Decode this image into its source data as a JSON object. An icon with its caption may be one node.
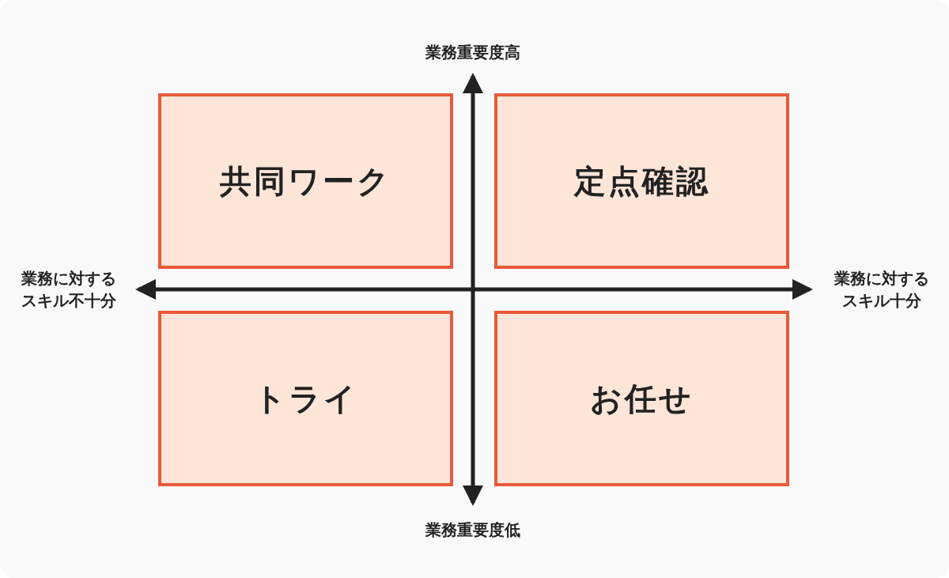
{
  "diagram": {
    "nodes": [
      {
        "text": [
          "共同ワーク"
        ]
      },
      {
        "text": [
          "定点確認"
        ]
      },
      {
        "text": [
          "トライ"
        ]
      },
      {
        "text": [
          "お任せ"
        ]
      }
    ],
    "labels": [
      "業務重要度高",
      "業務に対するスキル不十分",
      "業務に対するスキル十分",
      "業務重要度低"
    ]
  }
}
